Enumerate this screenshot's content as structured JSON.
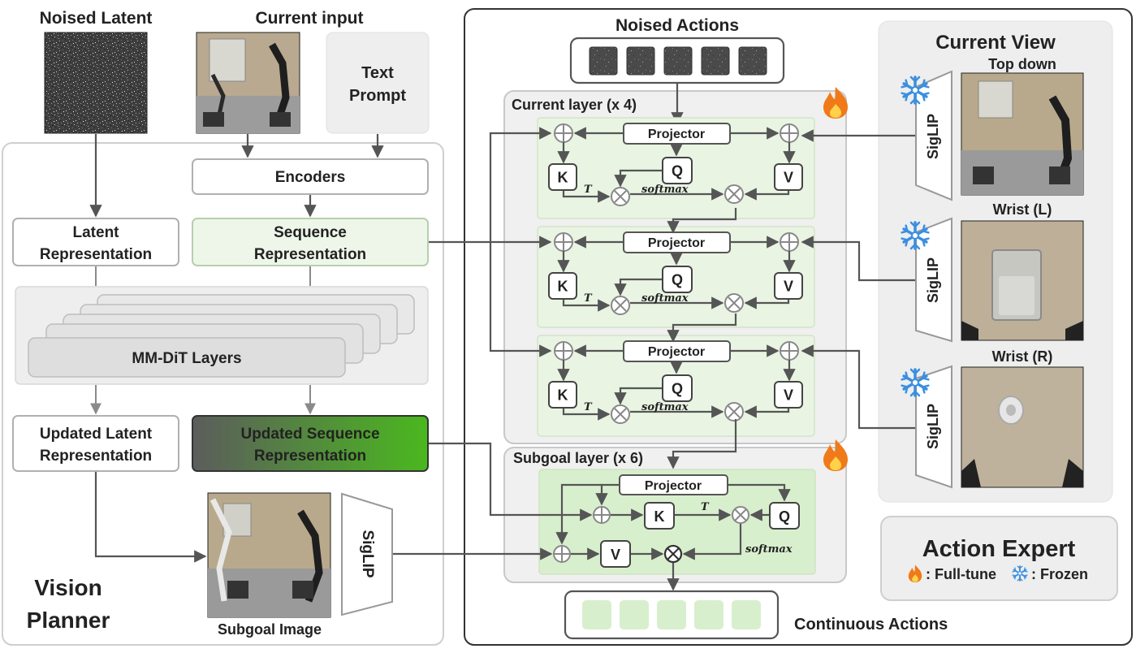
{
  "planner": {
    "noised_latent": "Noised Latent",
    "current_input": "Current input",
    "text_prompt_1": "Text",
    "text_prompt_2": "Prompt",
    "encoders": "Encoders",
    "latent_rep_1": "Latent",
    "latent_rep_2": "Representation",
    "seq_rep_1": "Sequence",
    "seq_rep_2": "Representation",
    "mmdit": "MM-DiT Layers",
    "upd_latent_1": "Updated Latent",
    "upd_latent_2": "Representation",
    "upd_seq_1": "Updated Sequence",
    "upd_seq_2": "Representation",
    "siglip": "SigLIP",
    "subgoal_image": "Subgoal Image",
    "title_1": "Vision",
    "title_2": "Planner"
  },
  "expert": {
    "noised_actions": "Noised Actions",
    "current_layer": "Current  layer (x 4)",
    "subgoal_layer": "Subgoal layer (x 6)",
    "projector": "Projector",
    "k": "K",
    "q": "Q",
    "v": "V",
    "t_sup": "T",
    "softmax": "softmax",
    "continuous_actions": "Continuous Actions",
    "current_view": "Current View",
    "top_down": "Top down",
    "wrist_l": "Wrist (L)",
    "wrist_r": "Wrist (R)",
    "siglip": "SigLIP",
    "title": "Action  Expert",
    "legend_full": ": Full-tune",
    "legend_frozen": ": Frozen"
  },
  "icons": {
    "full_tune": "fire-icon",
    "frozen": "snowflake-icon"
  },
  "colors": {
    "block_green": "#e9f4e3",
    "subgoal_green": "#d8efce",
    "updated_seq_dark": "#5c5c5c",
    "updated_seq_bright": "#4ab81e",
    "fire": "#f07a1a",
    "snow": "#3a8fe0"
  }
}
